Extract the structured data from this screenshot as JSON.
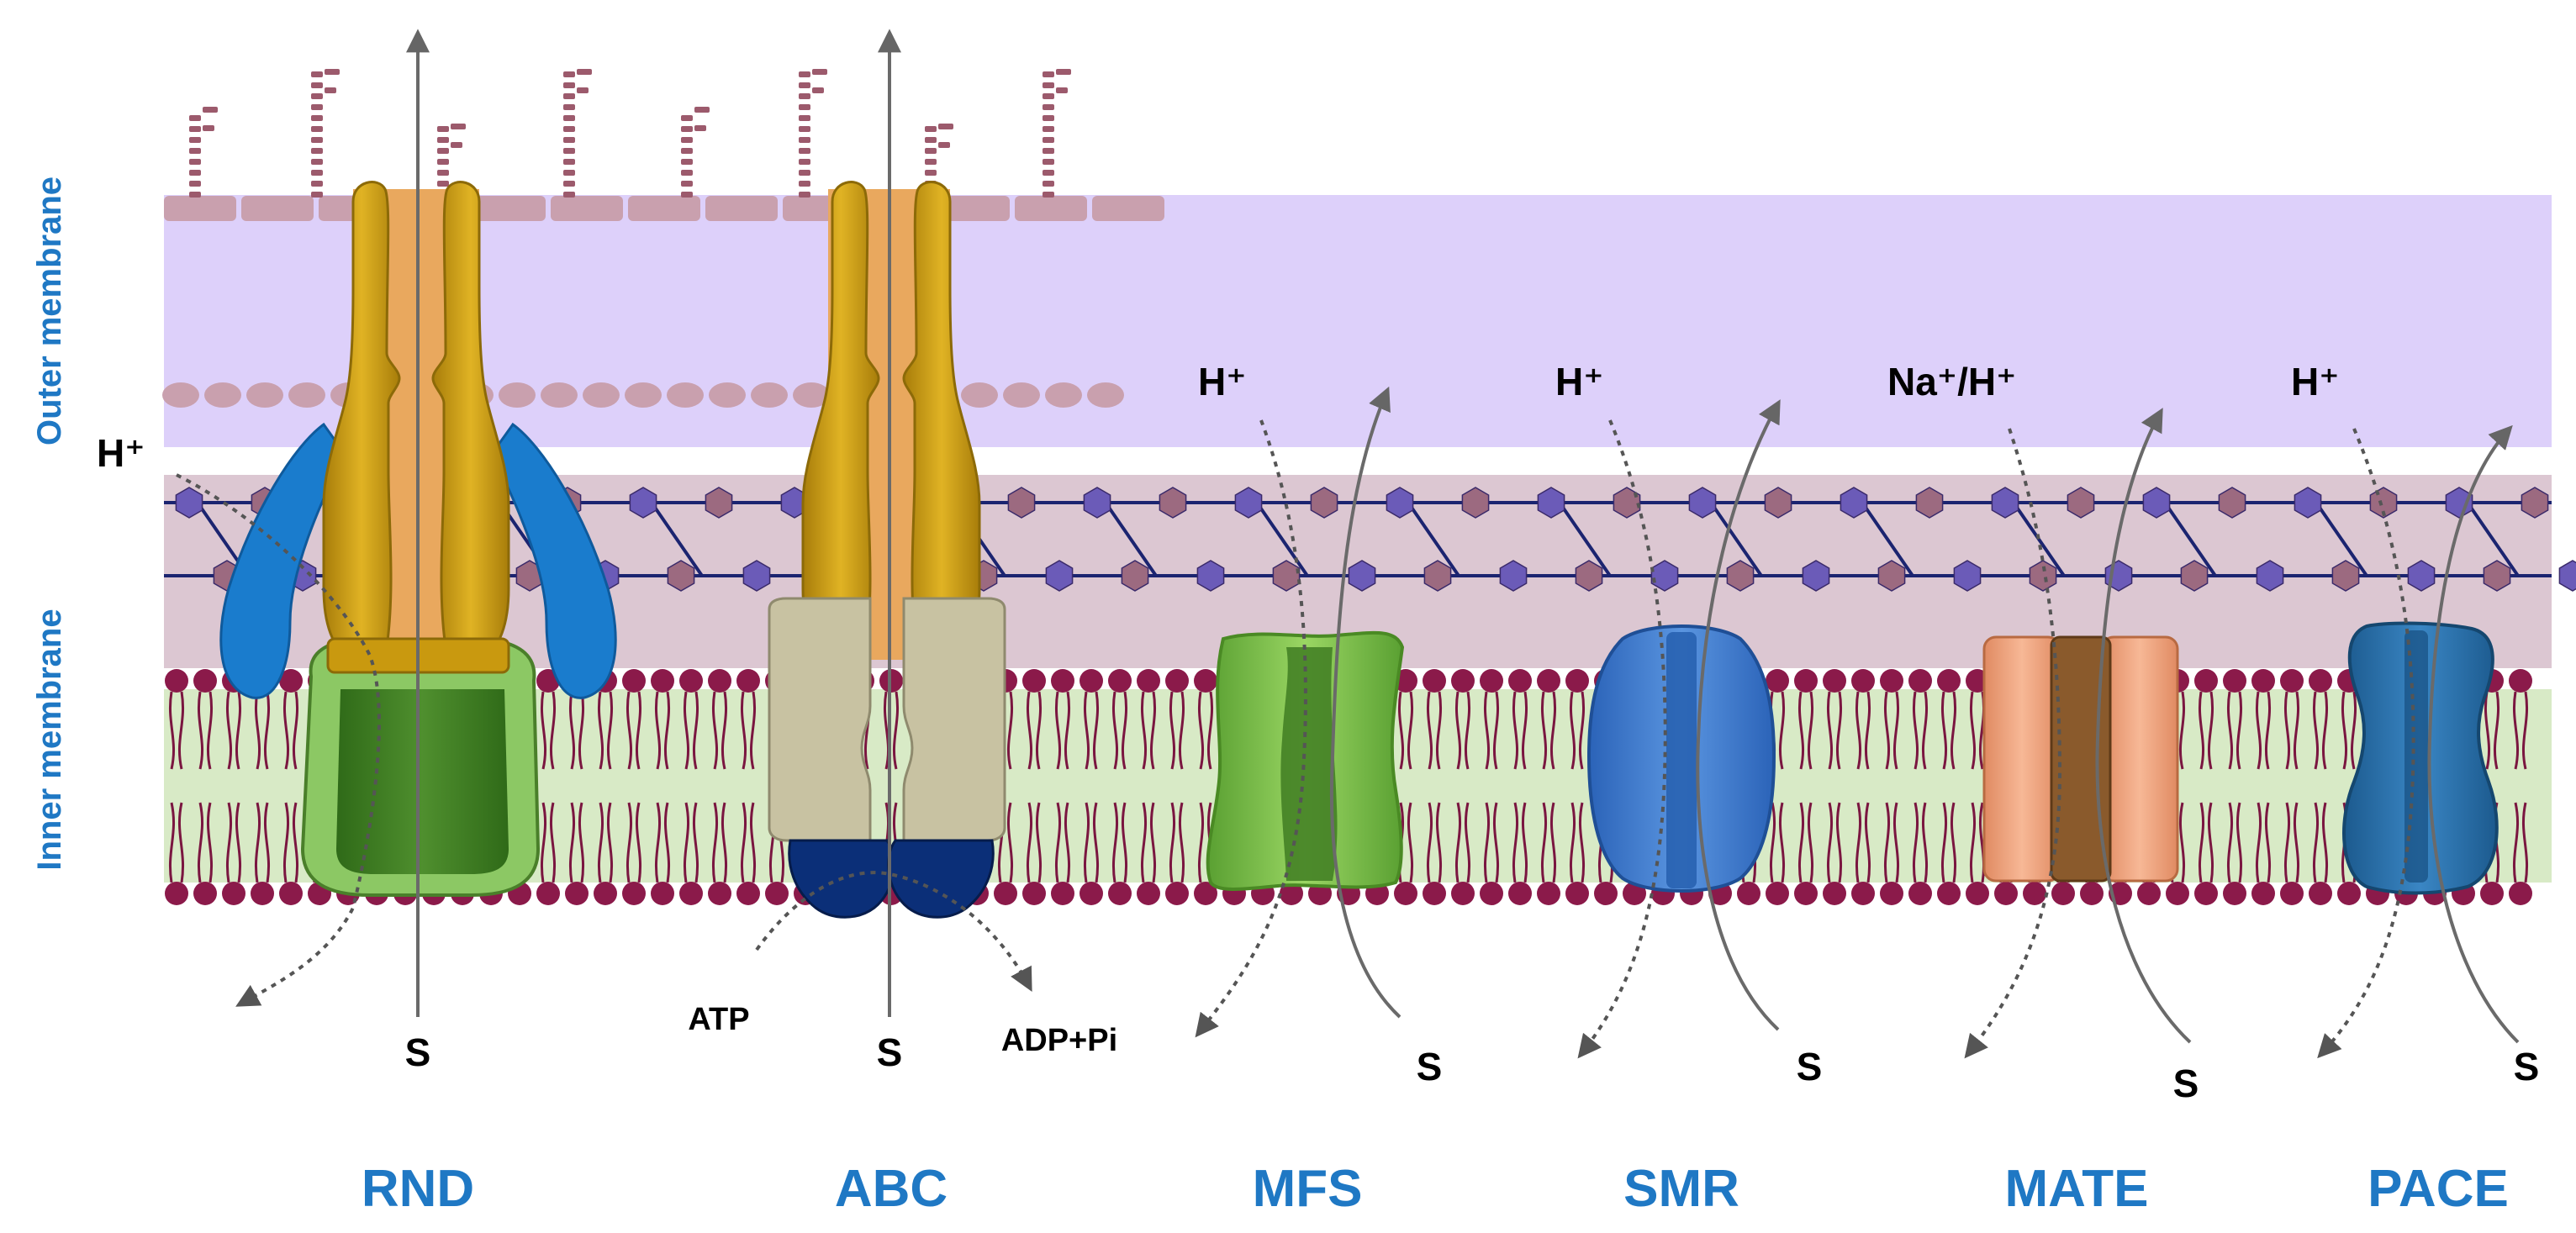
{
  "side_labels": {
    "outer": "Outer membrane",
    "inner": "Inner membrane"
  },
  "ions": {
    "rnd": "H⁺",
    "mfs": "H⁺",
    "smr": "H⁺",
    "mate": "Na⁺/H⁺",
    "pace": "H⁺"
  },
  "substrate": "S",
  "abc_energy": {
    "atp": "ATP",
    "adp": "ADP+Pi"
  },
  "families": [
    "RND",
    "ABC",
    "MFS",
    "SMR",
    "MATE",
    "PACE"
  ],
  "colors": {
    "outer_membrane": "#ddd0fa",
    "peptidoglycan": "#cfb6c3",
    "inner_membrane_fill": "#d8eac6",
    "lipid_head": "#8b1a4a",
    "lps": "#9c5a6c",
    "rnd_tolc": "#c9990f",
    "rnd_adaptor": "#1a7ccd",
    "rnd_pump": "#3f7d22",
    "abc_membrane": "#c8c2a2",
    "abc_nbd": "#0b2f78",
    "mfs": "#7cc24a",
    "smr": "#3f7fd4",
    "mate": "#f0a27c",
    "pace": "#246ca8",
    "family_label": "#1f78c4"
  }
}
